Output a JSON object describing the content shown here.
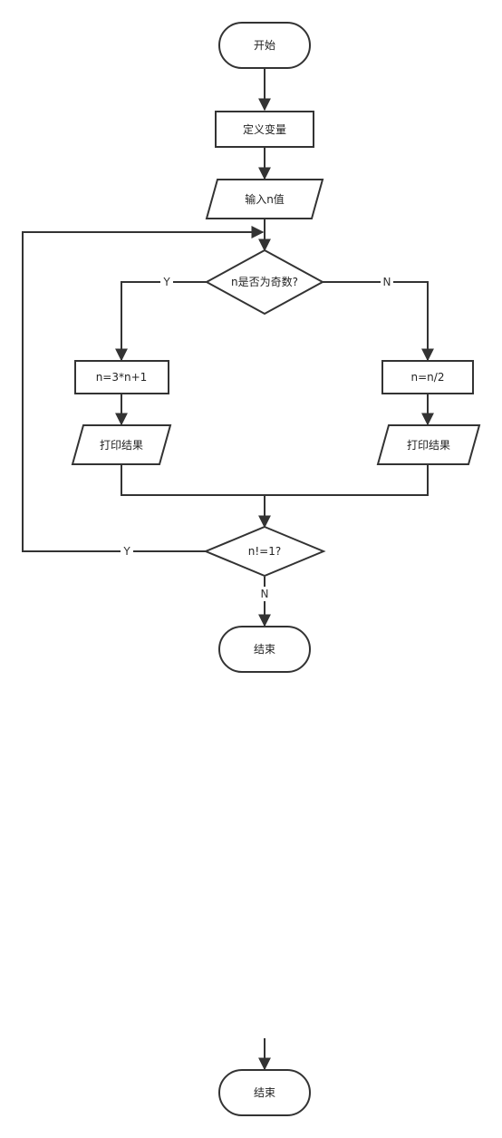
{
  "colors": {
    "stroke": "#333333",
    "fill": "#ffffff",
    "text": "#222222"
  },
  "nodes": {
    "start": "开始",
    "define_vars": "定义变量",
    "input_n": "输入n值",
    "is_odd": "n是否为奇数?",
    "odd_calc": "n=3*n+1",
    "even_calc": "n=n/2",
    "print_left": "打印结果",
    "print_right": "打印结果",
    "not_one": "n!=1?",
    "end": "结束",
    "end_bottom": "结束"
  },
  "edge_labels": {
    "odd_yes": "Y",
    "odd_no": "N",
    "loop_yes": "Y",
    "exit_no": "N"
  }
}
